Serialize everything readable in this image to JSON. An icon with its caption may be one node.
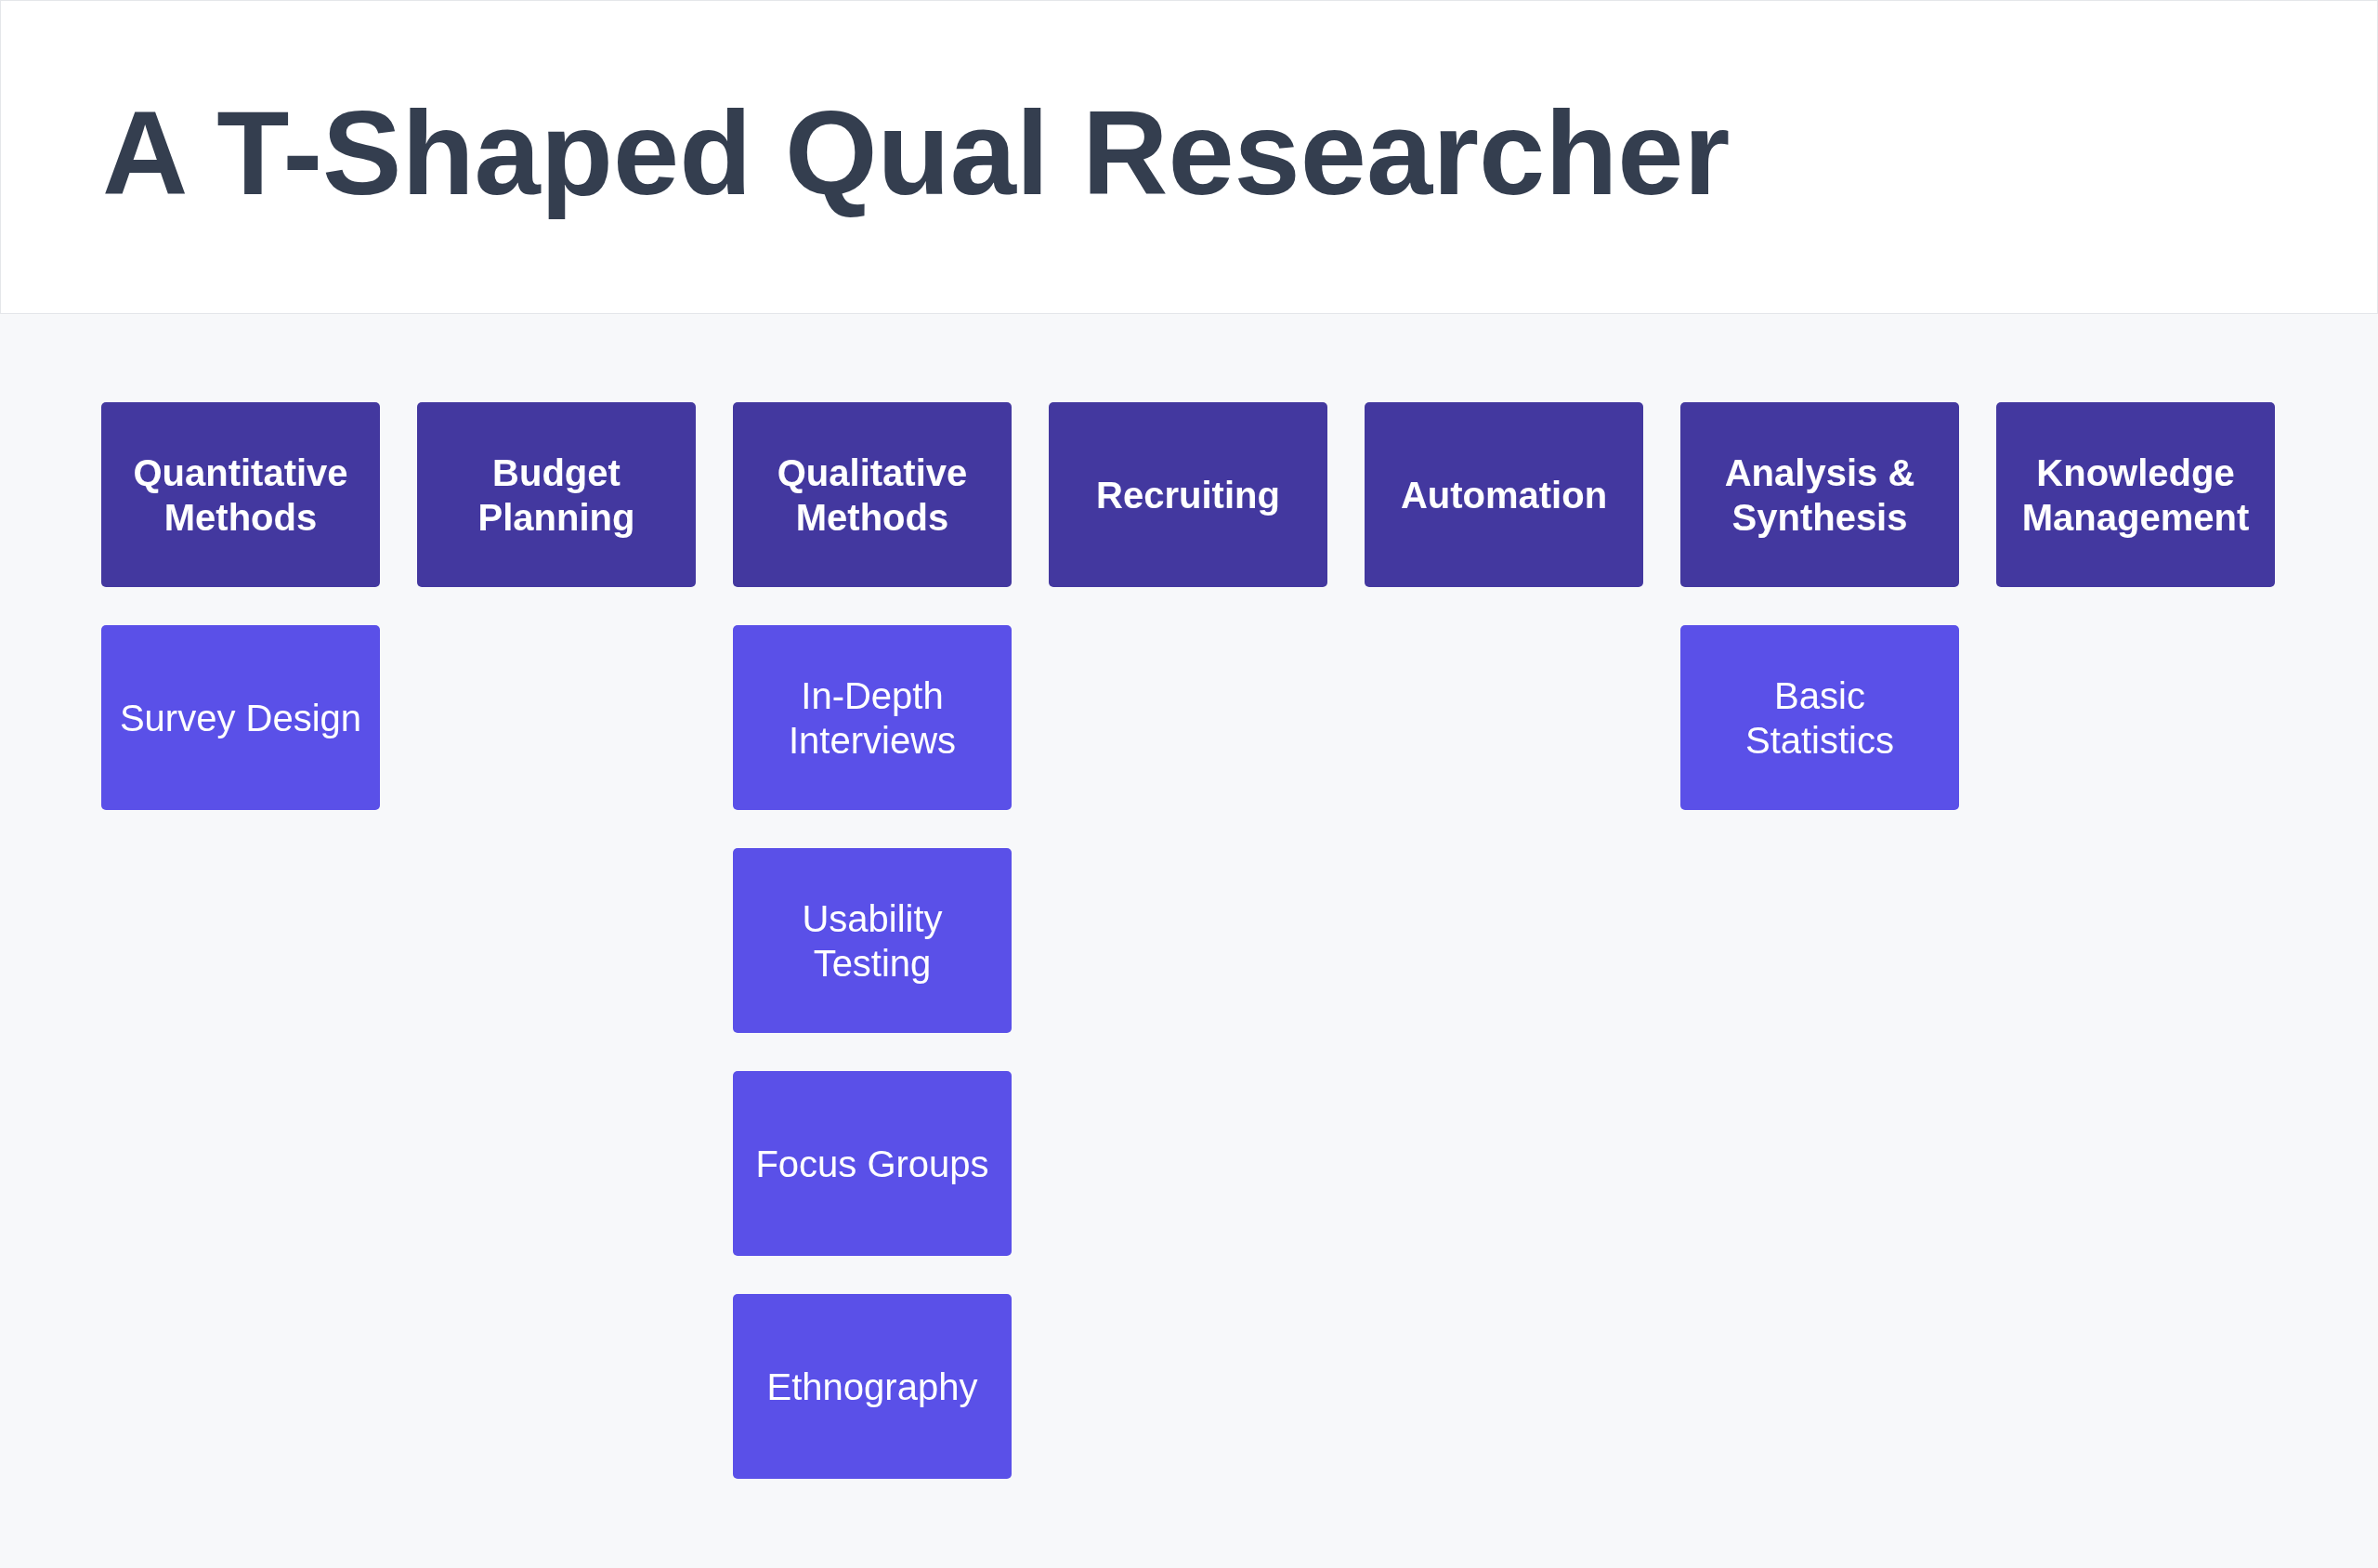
{
  "diagram": {
    "title": "A T-Shaped Qual Researcher",
    "nodes": [
      {
        "text": [
          "Quantitative Methods"
        ]
      },
      {
        "text": [
          "Budget Planning"
        ]
      },
      {
        "text": [
          "Qualitative Methods"
        ]
      },
      {
        "text": [
          "Recruiting"
        ]
      },
      {
        "text": [
          "Automation"
        ]
      },
      {
        "text": [
          "Analysis & Synthesis"
        ]
      },
      {
        "text": [
          "Knowledge Management"
        ]
      },
      {
        "text": [
          "Survey Design"
        ]
      },
      {
        "text": [
          "In-Depth Interviews"
        ]
      },
      {
        "text": [
          "Basic Statistics"
        ]
      },
      {
        "text": [
          "Usability Testing"
        ]
      },
      {
        "text": [
          "Focus Groups"
        ]
      },
      {
        "text": [
          "Ethnography"
        ]
      }
    ]
  }
}
